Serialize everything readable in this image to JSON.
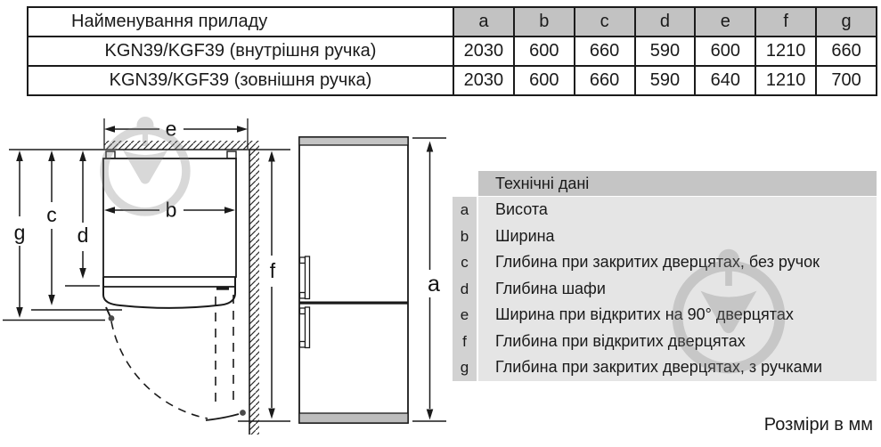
{
  "table": {
    "name_header": "Найменування приладу",
    "dim_headers": [
      "a",
      "b",
      "c",
      "d",
      "e",
      "f",
      "g"
    ],
    "rows": [
      {
        "name": "KGN39/KGF39 (внутрішня ручка)",
        "values": [
          "2030",
          "600",
          "660",
          "590",
          "600",
          "1210",
          "660"
        ]
      },
      {
        "name": "KGN39/KGF39 (зовнішня ручка)",
        "values": [
          "2030",
          "600",
          "660",
          "590",
          "640",
          "1210",
          "700"
        ]
      }
    ]
  },
  "legend": {
    "title": "Технічні дані",
    "items": [
      {
        "key": "a",
        "label": "Висота"
      },
      {
        "key": "b",
        "label": "Ширина"
      },
      {
        "key": "c",
        "label": "Глибина при закритих дверцятах, без ручок"
      },
      {
        "key": "d",
        "label": "Глибина шафи"
      },
      {
        "key": "e",
        "label": "Ширина при відкритих на 90° дверцятах"
      },
      {
        "key": "f",
        "label": "Глибина при відкритих дверцятах"
      },
      {
        "key": "g",
        "label": "Глибина при закритих дверцятах, з ручками"
      }
    ]
  },
  "diagram": {
    "dim_labels": {
      "a": "a",
      "b": "b",
      "c": "c",
      "d": "d",
      "e": "e",
      "f": "f",
      "g": "g"
    }
  },
  "footer": {
    "units_note": "Розміри в мм"
  },
  "colors": {
    "table_header_bg": "#c2c2c2",
    "legend_title_bg": "#c5c5c5",
    "legend_key_bg": "#d2d2d2",
    "legend_body_bg": "#e5e5e5",
    "line": "#1a1a1a",
    "fridge_cap": "#c4c4c4",
    "fridge_plinth": "#bdbdbd",
    "watermark": "#808080"
  }
}
